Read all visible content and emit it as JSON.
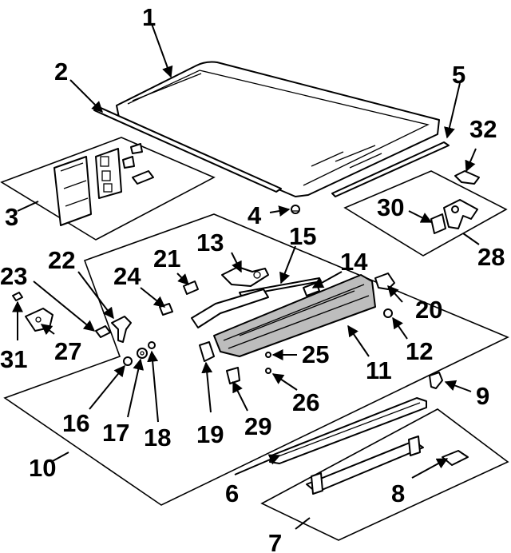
{
  "diagram": {
    "callouts": [
      "1",
      "2",
      "3",
      "4",
      "5",
      "6",
      "7",
      "8",
      "9",
      "10",
      "11",
      "12",
      "13",
      "14",
      "15",
      "16",
      "17",
      "18",
      "19",
      "20",
      "21",
      "22",
      "23",
      "24",
      "25",
      "26",
      "27",
      "28",
      "29",
      "30",
      "31",
      "32"
    ]
  }
}
